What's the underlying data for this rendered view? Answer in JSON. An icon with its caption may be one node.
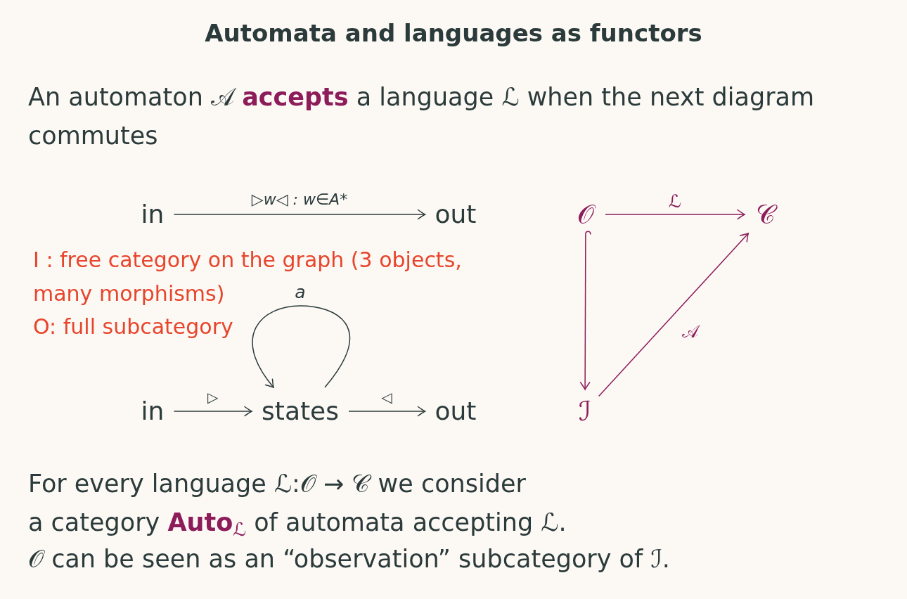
{
  "diagram": {
    "title": "Automata and languages as functors",
    "nodes": [
      {
        "text": [
          "in"
        ]
      },
      {
        "text": [
          "out"
        ]
      },
      {
        "text": [
          "in"
        ]
      },
      {
        "text": [
          "states"
        ]
      },
      {
        "text": [
          "out"
        ]
      },
      {
        "text": [
          "𝒪"
        ]
      },
      {
        "text": [
          "𝒞"
        ]
      },
      {
        "text": [
          "ℐ"
        ]
      }
    ],
    "edges": [
      {
        "from": 0,
        "to": 1,
        "arrow": "to",
        "label": "▷w◁ : w∈A*"
      },
      {
        "from": 2,
        "to": 3,
        "arrow": "to",
        "label": "▷"
      },
      {
        "from": 3,
        "to": 3,
        "arrow": "to",
        "label": "a"
      },
      {
        "from": 3,
        "to": 4,
        "arrow": "to",
        "label": "◁"
      },
      {
        "from": 5,
        "to": 6,
        "arrow": "to",
        "label": "ℒ",
        "color": "#8c1c5a"
      },
      {
        "from": 5,
        "to": 7,
        "arrow": "to",
        "color": "#8c1c5a"
      },
      {
        "from": 7,
        "to": 6,
        "arrow": "to",
        "label": "𝒜",
        "color": "#8c1c5a"
      }
    ],
    "labels": [
      "An automaton 𝒜 **accepts** a language ℒ when the next diagram commutes",
      "I : free category on the graph (3 objects,",
      "many morphisms)",
      "O: full subcategory",
      "For every language ℒ:𝒪 → 𝒞 we consider",
      "a category **Auto**$_{ℒ}$ of automata accepting ℒ.",
      "𝒪 can be seen as an “observation” subcategory of ℐ."
    ]
  }
}
